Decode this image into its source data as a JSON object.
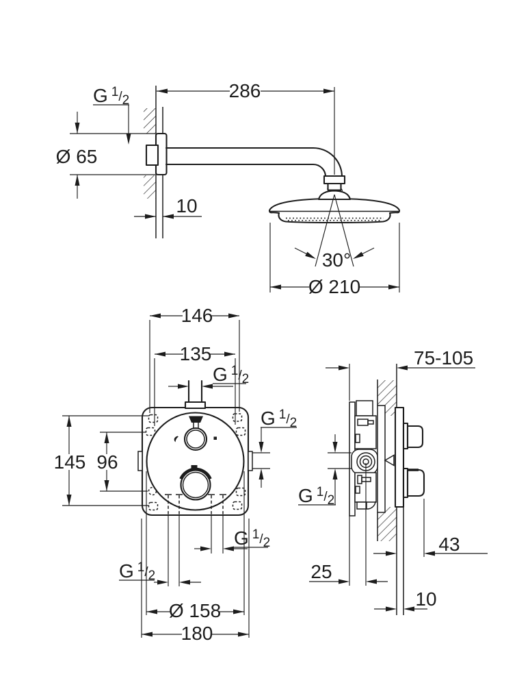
{
  "views": {
    "shower_head": {
      "thread": "G 1/2",
      "escutcheon_diameter": "Ø 65",
      "arm_projection": "286",
      "wall_finish": "10",
      "swivel_angle": "30°",
      "head_diameter": "Ø 210"
    },
    "valve_front": {
      "width_outer": "146",
      "width_inner": "135",
      "thread_top": "G 1/2",
      "thread_side": "G 1/2",
      "height_outer": "145",
      "height_inner": "96",
      "thread_bottom_right": "G 1/2",
      "thread_bottom_left": "G 1/2",
      "trim_diameter": "Ø 158",
      "plate_size": "180"
    },
    "valve_side": {
      "installation_depth": "75-105",
      "thread": "G 1/2",
      "trim_projection": "43",
      "inlet_offset": "25",
      "wall_finish": "10"
    }
  },
  "colors": {
    "ink": "#1c1c1c",
    "paper": "#ffffff"
  }
}
